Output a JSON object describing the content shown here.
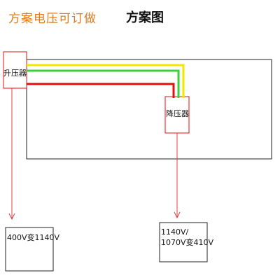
{
  "header": {
    "subtitle": "方案电压可订做",
    "title": "方案图"
  },
  "diagram": {
    "step_up": {
      "label": "升压器"
    },
    "step_down": {
      "label": "降压器"
    },
    "wires": [
      {
        "name": "yellow-wire",
        "color": "#f2e600"
      },
      {
        "name": "green-wire",
        "color": "#3cd13c"
      },
      {
        "name": "red-wire",
        "color": "#e01010"
      }
    ],
    "box_border_color": "#e01010",
    "arrow_color": "#e04040",
    "notes": {
      "left_line1": "400V变1140V",
      "right_line1": "1140V/",
      "right_line2": "1070V变410V"
    }
  }
}
